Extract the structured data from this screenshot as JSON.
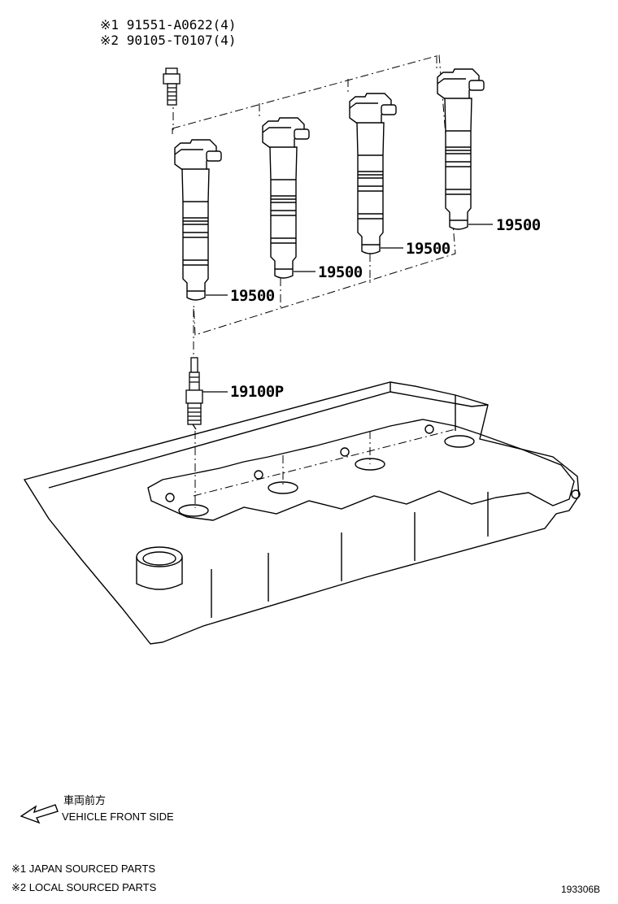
{
  "header_refs": [
    {
      "mark": "※1",
      "part": "91551-A0622(4)"
    },
    {
      "mark": "※2",
      "part": "90105-T0107(4)"
    }
  ],
  "callouts": {
    "coil_1": "19500",
    "coil_2": "19500",
    "coil_3": "19500",
    "coil_4": "19500",
    "spark_plug": "19100P"
  },
  "direction": {
    "japanese": "車両前方",
    "english": "VEHICLE FRONT SIDE",
    "icon": "arrow-left-icon"
  },
  "footnotes": [
    {
      "mark": "※1",
      "text": "JAPAN SOURCED PARTS"
    },
    {
      "mark": "※2",
      "text": "LOCAL SOURCED PARTS"
    }
  ],
  "illustration_id": "193306B",
  "colors": {
    "line": "#000000",
    "background": "#ffffff"
  }
}
